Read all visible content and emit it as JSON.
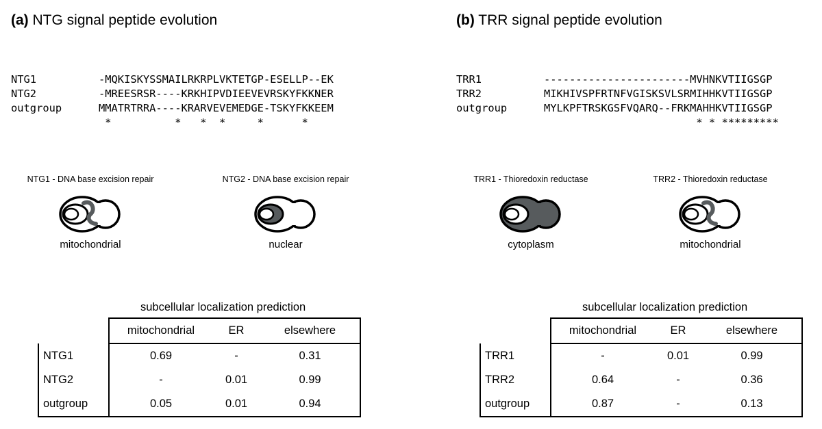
{
  "panel_a": {
    "label": "(a)",
    "title": "NTG signal peptide evolution",
    "alignment": [
      {
        "name": "NTG1",
        "seq": "-MQKISKYSSMAILRKRPLVKTETGP-ESELLP--EK"
      },
      {
        "name": "NTG2",
        "seq": "-MREESRSR----KRKHIPVDIEEVEVRSKYFKKNER"
      },
      {
        "name": "outgroup",
        "seq": "MMATRTRRA----KRARVEVEMEDGE-TSKYFKKEEM"
      }
    ],
    "conservation": " *          *   *  *     *      *",
    "cells": [
      {
        "caption": "NTG1 - DNA base excision repair",
        "location": "mitochondrial",
        "icon": "cell-mitochondrial-icon"
      },
      {
        "caption": "NTG2 - DNA base excision repair",
        "location": "nuclear",
        "icon": "cell-nuclear-icon"
      }
    ],
    "prediction": {
      "title": "subcellular localization prediction",
      "columns": [
        "mitochondrial",
        "ER",
        "elsewhere"
      ],
      "rows": [
        {
          "name": "NTG1",
          "values": [
            "0.69",
            "-",
            "0.31"
          ]
        },
        {
          "name": "NTG2",
          "values": [
            "-",
            "0.01",
            "0.99"
          ]
        },
        {
          "name": "outgroup",
          "values": [
            "0.05",
            "0.01",
            "0.94"
          ]
        }
      ]
    }
  },
  "panel_b": {
    "label": "(b)",
    "title": "TRR signal peptide evolution",
    "alignment": [
      {
        "name": "TRR1",
        "seq": "-----------------------MVHNKVTIIGSGP"
      },
      {
        "name": "TRR2",
        "seq": "MIKHIVSPFRTNFVGISKSVLSRMIHHKVTIIGSGP"
      },
      {
        "name": "outgroup",
        "seq": "MYLKPFTRSKGSFVQARQ--FRKMAHHKVTIIGSGP"
      }
    ],
    "conservation": "                        * * *********",
    "cells": [
      {
        "caption": "TRR1 - Thioredoxin reductase",
        "location": "cytoplasm",
        "icon": "cell-cytoplasm-icon"
      },
      {
        "caption": "TRR2 - Thioredoxin reductase",
        "location": "mitochondrial",
        "icon": "cell-mitochondrial-icon"
      }
    ],
    "prediction": {
      "title": "subcellular localization prediction",
      "columns": [
        "mitochondrial",
        "ER",
        "elsewhere"
      ],
      "rows": [
        {
          "name": "TRR1",
          "values": [
            "-",
            "0.01",
            "0.99"
          ]
        },
        {
          "name": "TRR2",
          "values": [
            "0.64",
            "-",
            "0.36"
          ]
        },
        {
          "name": "outgroup",
          "values": [
            "0.87",
            "-",
            "0.13"
          ]
        }
      ]
    }
  },
  "colors": {
    "highlight": "#575b5d",
    "outline": "#000000"
  }
}
